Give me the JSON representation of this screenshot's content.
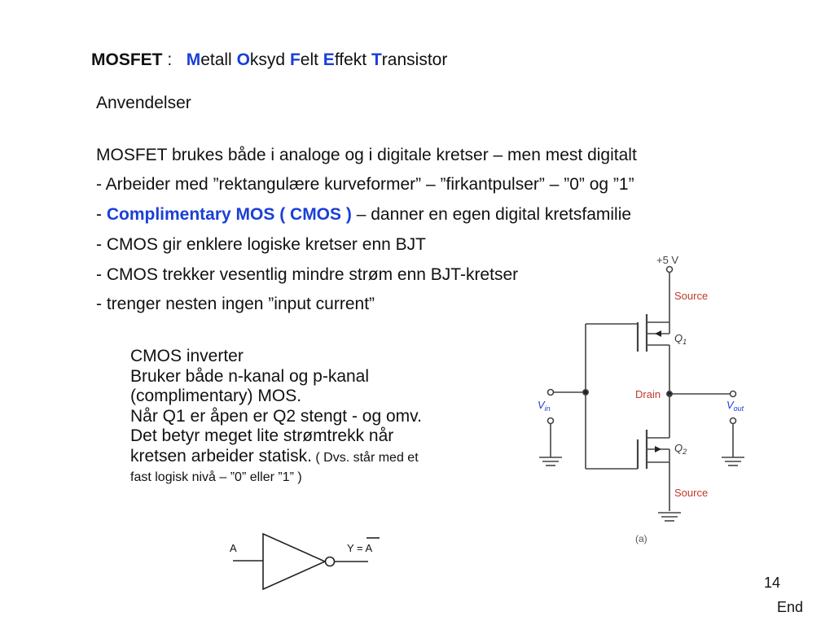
{
  "title": {
    "acronym": "MOSFET",
    "colon": " :",
    "words": [
      {
        "initial": "M",
        "rest": "etall"
      },
      {
        "initial": "O",
        "rest": "ksyd"
      },
      {
        "initial": "F",
        "rest": "elt"
      },
      {
        "initial": "E",
        "rest": "ffekt"
      },
      {
        "initial": "T",
        "rest": "ransistor"
      }
    ]
  },
  "heading": "Anvendelser",
  "lines": {
    "l1": "MOSFET brukes både i analoge og i digitale kretser – men mest digitalt",
    "l2": "- Arbeider med ”rektangulære kurveformer” – ”firkantpulser” – ”0” og ”1”",
    "l3_prefix": "- ",
    "l3_blue": "Complimentary MOS ( CMOS )",
    "l3_rest": " – danner en egen digital kretsfamilie",
    "l4": "- CMOS gir enklere logiske kretser enn BJT",
    "l5": "- CMOS trekker vesentlig mindre strøm enn BJT-kretser",
    "l6": "- trenger nesten ingen ”input current”"
  },
  "inverter_text": {
    "t1": "CMOS inverter",
    "t2": "Bruker både n-kanal og p-kanal",
    "t3": "(complimentary) MOS.",
    "t4": "Når Q1 er åpen er Q2 stengt - og omv.",
    "t5": "Det betyr meget lite strømtrekk når",
    "t6": "kretsen arbeider statisk.",
    "t6_small": " ( Dvs. står med et",
    "t7_small": "fast logisk nivå – ”0” eller ”1” )"
  },
  "circuit": {
    "supply": "+5 V",
    "source_top": "Source",
    "drain": "Drain",
    "source_bottom": "Source",
    "q1": "Q",
    "q1_sub": "1",
    "q2": "Q",
    "q2_sub": "2",
    "vin": "V",
    "vin_sub": "in",
    "vout": "V",
    "vout_sub": "out",
    "figure_label": "(a)",
    "label_color": "#c0392b"
  },
  "gate": {
    "input": "A",
    "output": "Y = A"
  },
  "footer": {
    "page_number": "14",
    "end": "End"
  }
}
